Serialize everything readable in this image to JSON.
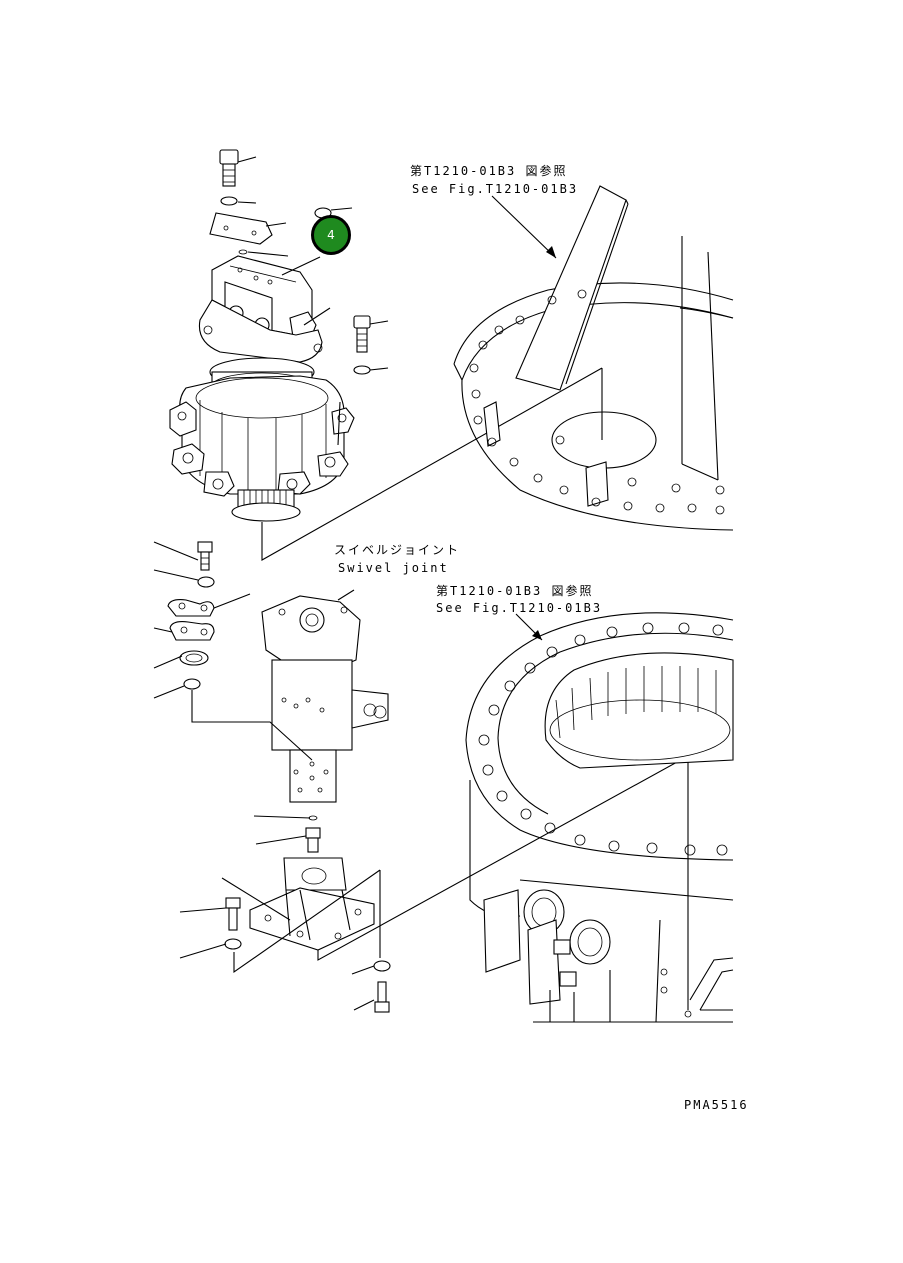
{
  "references": {
    "top_ja": "第T1210-01B3 図参照",
    "top_en": "See Fig.T1210-01B3",
    "mid_ja": "第T1210-01B3 図参照",
    "mid_en": "See Fig.T1210-01B3"
  },
  "swivel_joint": {
    "label_ja": "スイベルジョイント",
    "label_en": "Swivel joint"
  },
  "callout": {
    "number": "4",
    "color": "#1f8a1f"
  },
  "drawing_code": "PMA5516"
}
